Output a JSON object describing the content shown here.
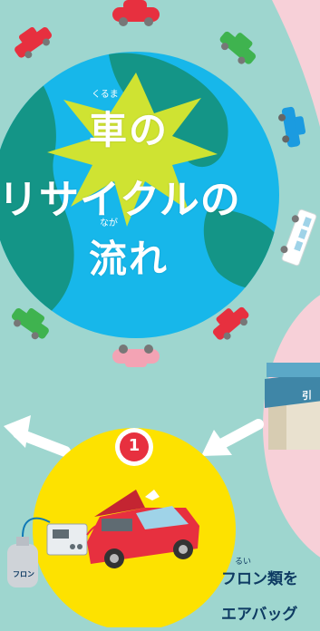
{
  "title": {
    "line1": "車の",
    "line2": "リサイクルの",
    "line3": "流れ",
    "ruby1": "くるま",
    "ruby2": "なが"
  },
  "step": {
    "number": "1"
  },
  "tank_label": "フロン",
  "building_sign": "引",
  "bottom_text": {
    "ruby": "るい",
    "line1": "フロン類を",
    "line2": "エアバッグ"
  },
  "colors": {
    "background": "#9ed6cf",
    "ocean": "#17b7ea",
    "land": "#149587",
    "burst": "#cfe332",
    "step_circle": "#fde200",
    "step_badge": "#e7303f",
    "pink_area": "#f7d0d8",
    "text_dark": "#0e3b63"
  },
  "icons": [
    "starburst",
    "car-icon",
    "bus-icon",
    "building-icon",
    "arrow-left-icon",
    "gas-tank-icon",
    "battery-box-icon",
    "broken-car-icon"
  ]
}
